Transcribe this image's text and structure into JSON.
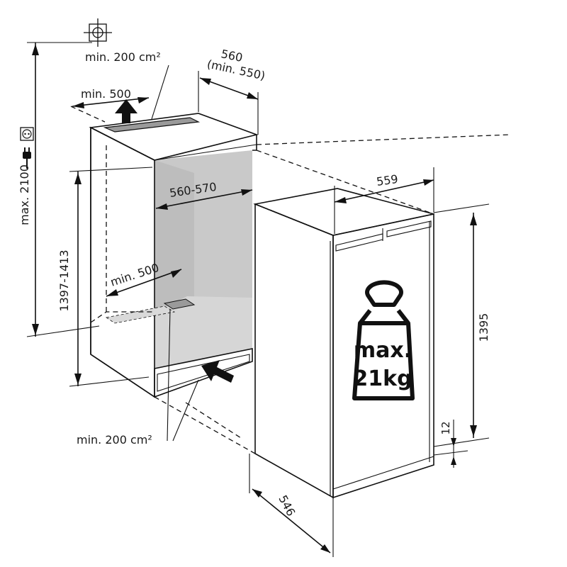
{
  "dimensions": {
    "vent_top_area": "min. 200 cm²",
    "vent_top_width": "min. 500",
    "niche_depth": "560",
    "niche_depth_min": "(min. 550)",
    "niche_width": "560-570",
    "niche_height": "1397-1413",
    "max_height": "max. 2100",
    "vent_bottom_width": "min. 500",
    "vent_bottom_area": "min. 200 cm²",
    "appliance_width": "559",
    "appliance_height": "1395",
    "appliance_depth": "546",
    "gap": "12"
  },
  "weight_label": {
    "line1": "max.",
    "line2": "21kg"
  },
  "icons": [
    "plumb-target-icon",
    "power-socket-icon",
    "plug-icon",
    "arrow-up-icon",
    "arrow-in-icon",
    "weight-icon"
  ]
}
